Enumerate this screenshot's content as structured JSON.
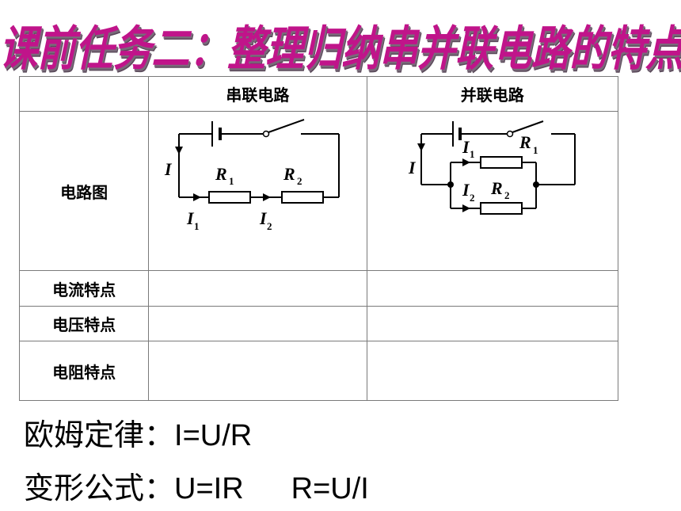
{
  "title": "课前任务二：整理归纳串并联电路的特点",
  "table": {
    "headers": [
      "",
      "串联电路",
      "并联电路"
    ],
    "row_labels": [
      "电路图",
      "电流特点",
      "电压特点",
      "电阻特点"
    ]
  },
  "diagrams": {
    "series": {
      "current_total": "I",
      "current_1": "I",
      "current_1_sub": "1",
      "current_2": "I",
      "current_2_sub": "2",
      "resistor_1": "R",
      "resistor_1_sub": "1",
      "resistor_2": "R",
      "resistor_2_sub": "2"
    },
    "parallel": {
      "current_total": "I",
      "current_1": "I",
      "current_1_sub": "1",
      "current_2": "I",
      "current_2_sub": "2",
      "resistor_1": "R",
      "resistor_1_sub": "1",
      "resistor_2": "R",
      "resistor_2_sub": "2"
    }
  },
  "formulas": {
    "ohm_label": "欧姆定律：",
    "ohm_expr": "I=U/R",
    "variant_label": "变形公式：",
    "variant_expr_1": "U=IR",
    "variant_expr_2": "R=U/I"
  }
}
